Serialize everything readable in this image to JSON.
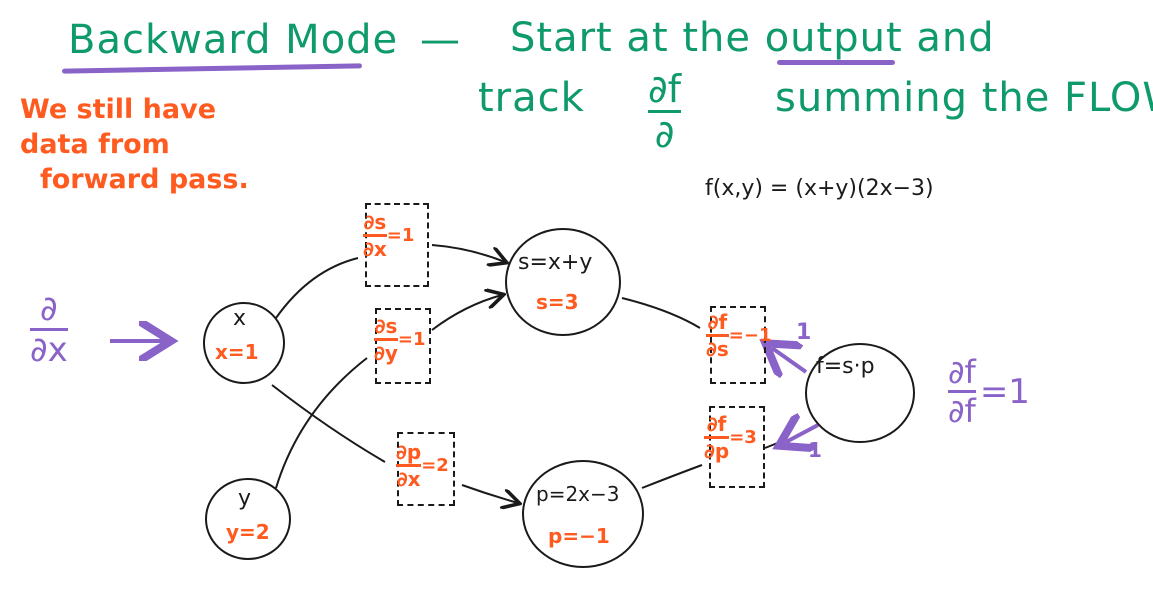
{
  "header": {
    "title": "Backward Mode",
    "dash": "—",
    "line1": "Start at the",
    "underlined_word": "output",
    "line1_end": "and",
    "line2_start": "track",
    "track_frac": {
      "num": "∂f",
      "den": "∂"
    },
    "line2_end": "summing the FLOW"
  },
  "side_note": {
    "lines": [
      "We still have",
      "data from",
      "forward pass."
    ]
  },
  "function_def": "f(x,y) = (x+y)(2x−3)",
  "input_operator": {
    "num": "∂",
    "den": "∂x",
    "arrow": "→"
  },
  "output_seed": {
    "num": "∂f",
    "den": "∂f",
    "value": "=1"
  },
  "nodes": {
    "x": {
      "label": "x",
      "value": "x=1"
    },
    "y": {
      "label": "y",
      "value": "y=2"
    },
    "s": {
      "label": "s=x+y",
      "value": "s=3"
    },
    "p": {
      "label": "p=2x−3",
      "value": "p=−1"
    },
    "f": {
      "label": "f=s·p"
    }
  },
  "edge_derivatives": {
    "ds_dx": {
      "num": "∂s",
      "den": "∂x",
      "value": "=1"
    },
    "ds_dy": {
      "num": "∂s",
      "den": "∂y",
      "value": "=1"
    },
    "dp_dx": {
      "num": "∂p",
      "den": "∂x",
      "value": "=2"
    },
    "df_ds": {
      "num": "∂f",
      "den": "∂s",
      "value": "=−1"
    },
    "df_dp": {
      "num": "∂f",
      "den": "∂p",
      "value": "=3"
    }
  },
  "flow_labels": {
    "upper": "1",
    "lower": "1"
  },
  "colors": {
    "heading": "#0e9a6a",
    "forward_values": "#ff5a1f",
    "backward_flow": "#8a63c8",
    "ink": "#1a1a1a"
  }
}
